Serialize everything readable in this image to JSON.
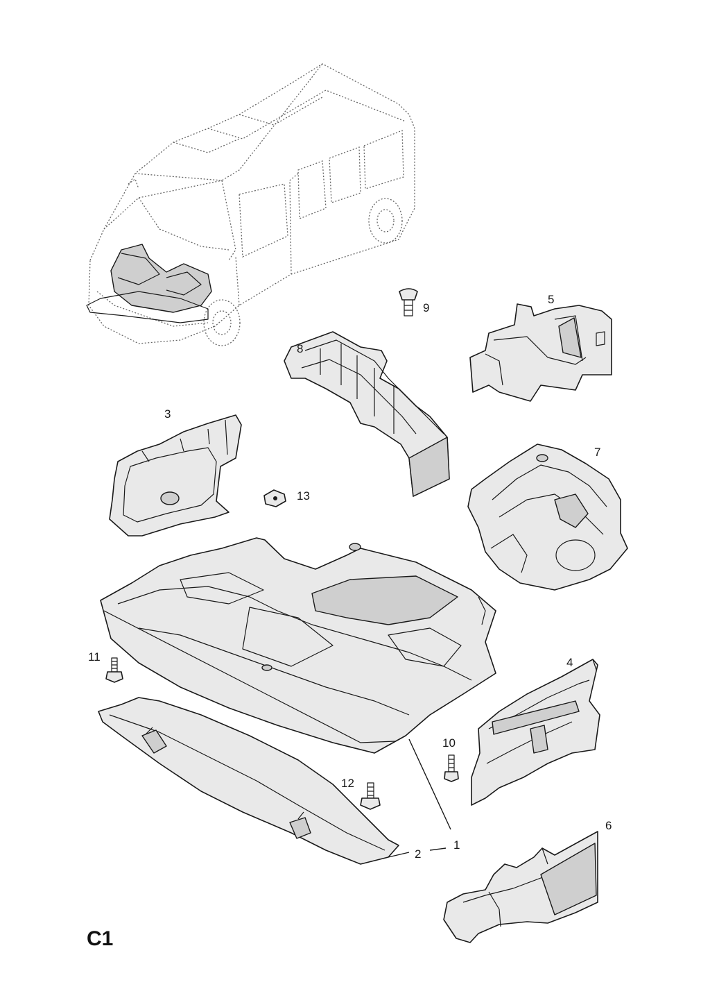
{
  "callouts": {
    "c1": "1",
    "c2": "2",
    "c3": "3",
    "c4": "4",
    "c5": "5",
    "c6": "6",
    "c7": "7",
    "c8": "8",
    "c9": "9",
    "c10": "10",
    "c11": "11",
    "c12": "12",
    "c13": "13"
  },
  "page_code": "C1",
  "colors": {
    "line": "#1a1a1a",
    "part_fill": "#e9e9e9",
    "ghost_line": "#666666"
  }
}
